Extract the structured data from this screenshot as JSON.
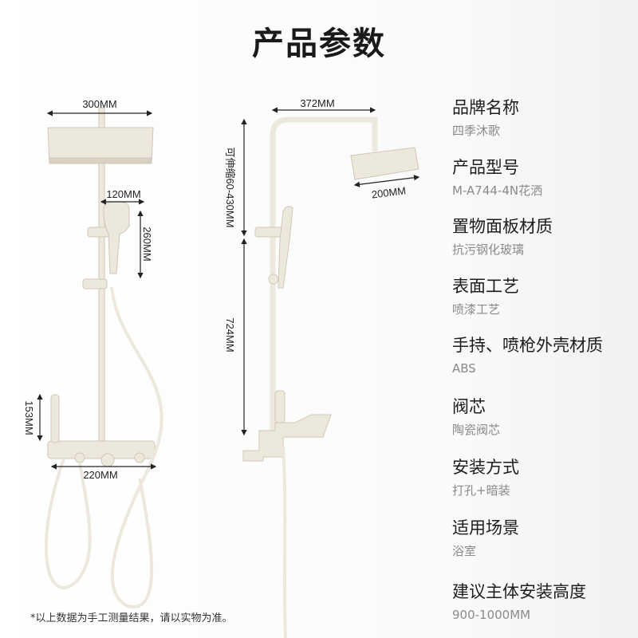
{
  "title": "产品参数",
  "dimensions": {
    "left_head_width": "300MM",
    "left_handheld_width": "120MM",
    "left_handheld_height": "260MM",
    "left_mixer_height": "153MM",
    "left_mixer_width": "220MM",
    "right_arm_length": "372MM",
    "right_head_width": "200MM",
    "right_adjustable": "可伸缩60-430MM",
    "right_pole": "724MM"
  },
  "specs": [
    {
      "label": "品牌名称",
      "value": "四季沐歌"
    },
    {
      "label": "产品型号",
      "value": "M-A744-4N花洒"
    },
    {
      "label": "置物面板材质",
      "value": "抗污钢化玻璃"
    },
    {
      "label": "表面工艺",
      "value": "喷漆工艺"
    },
    {
      "label": "手持、喷枪外壳材质",
      "value": "ABS"
    },
    {
      "label": "阀芯",
      "value": "陶瓷阀芯"
    },
    {
      "label": "安装方式",
      "value": "打孔+暗装"
    },
    {
      "label": "适用场景",
      "value": "浴室"
    },
    {
      "label": "建议主体安装高度",
      "value": "900-1000MM"
    }
  ],
  "footnote": "*以上数据为手工测量结果，请以实物为准。",
  "colors": {
    "product": "#ede8dc",
    "shade": "#d6cfbf"
  }
}
